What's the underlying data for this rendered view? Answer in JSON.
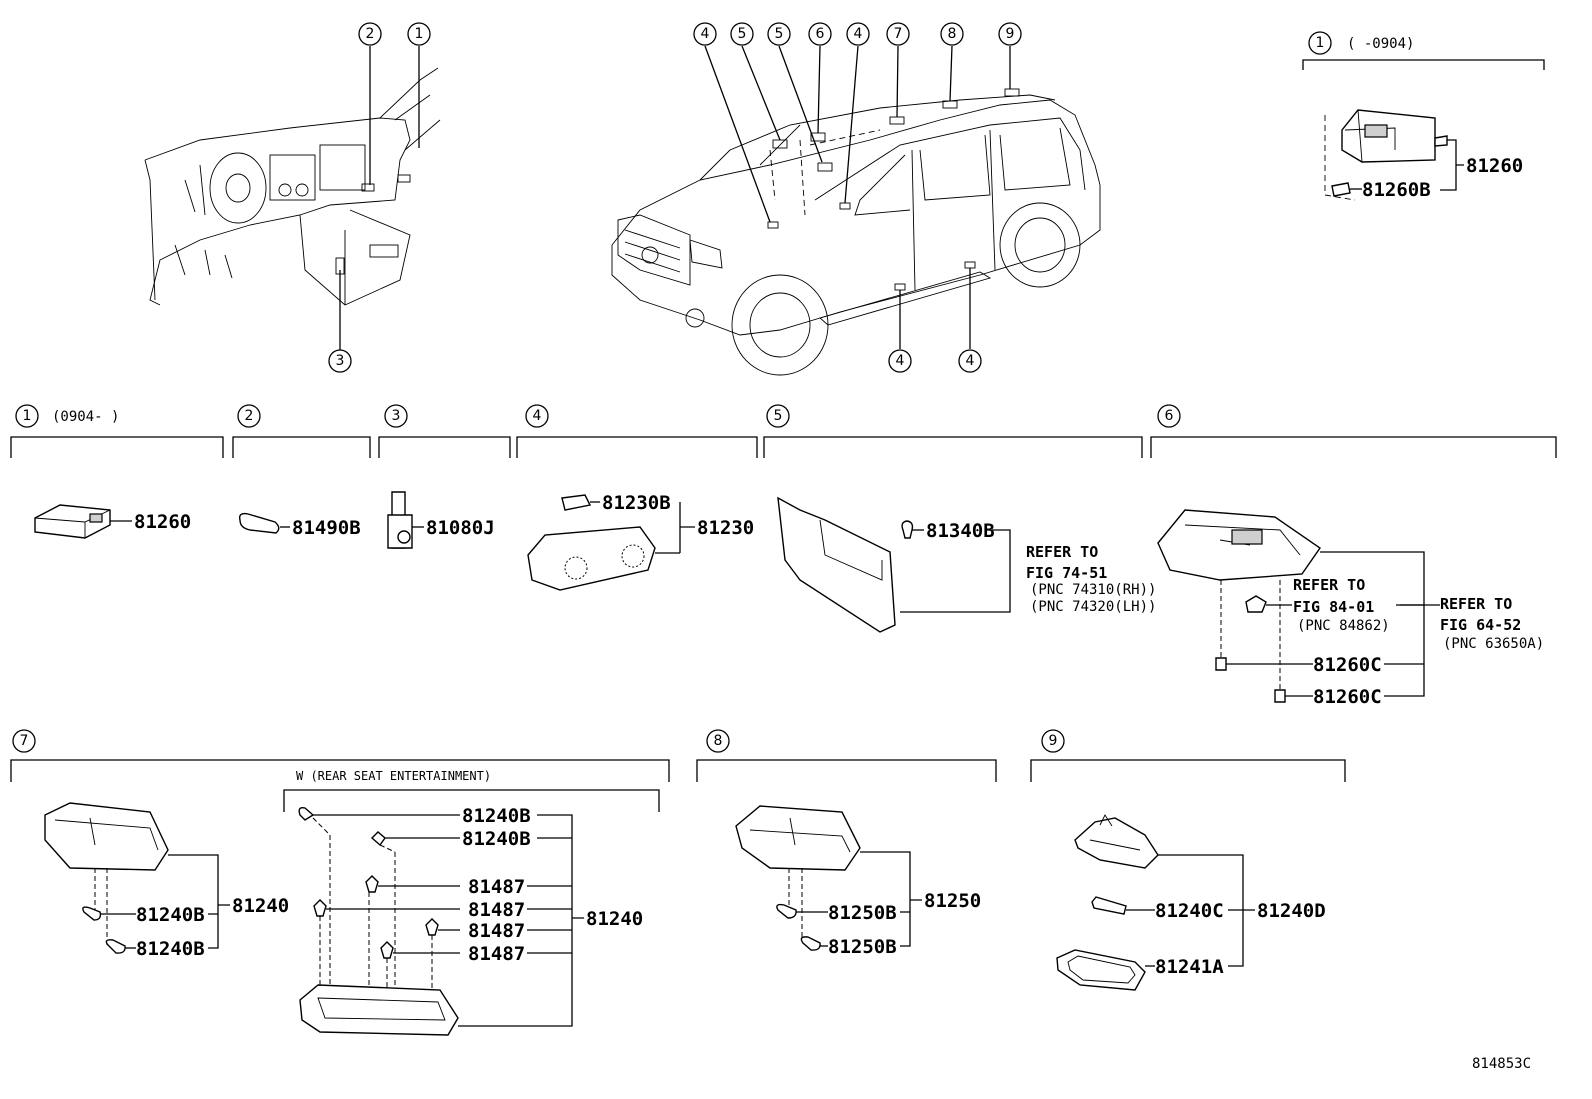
{
  "callouts": {
    "dash": [
      "2",
      "1",
      "3"
    ],
    "veh_top": [
      "4",
      "5",
      "5",
      "6",
      "4",
      "7",
      "8",
      "9"
    ],
    "veh_bottom": [
      "4",
      "4"
    ],
    "inset_1": "1"
  },
  "sections": {
    "s1": {
      "num": "1",
      "cond": "(0904-     )",
      "part": "81260"
    },
    "s2": {
      "num": "2",
      "part": "81490B"
    },
    "s3": {
      "num": "3",
      "part": "81080J"
    },
    "s4": {
      "num": "4",
      "sub": "81230B",
      "part": "81230"
    },
    "s5": {
      "num": "5",
      "sub": "81340B",
      "refer": [
        "REFER TO",
        "FIG 74-51",
        "(PNC 74310(RH))",
        "(PNC 74320(LH))"
      ]
    },
    "s6": {
      "num": "6",
      "sub": [
        "81260C",
        "81260C"
      ],
      "refer_a": [
        "REFER TO",
        "FIG 84-01",
        "(PNC 84862)"
      ],
      "refer_b": [
        "REFER TO",
        "FIG 64-52",
        "(PNC 63650A)"
      ]
    },
    "s7": {
      "num": "7",
      "sub": [
        "81240B",
        "81240B"
      ],
      "part": "81240",
      "note": "W (REAR SEAT ENTERTAINMENT)",
      "w_parts": [
        "81240B",
        "81240B",
        "81487",
        "81487",
        "81487",
        "81487"
      ],
      "w_part": "81240"
    },
    "s8": {
      "num": "8",
      "sub": [
        "81250B",
        "81250B"
      ],
      "part": "81250"
    },
    "s9": {
      "num": "9",
      "sub": [
        "81240C",
        "81241A"
      ],
      "part": "81240D"
    }
  },
  "inset": {
    "num": "1",
    "cond": "(      -0904)",
    "part": "81260",
    "sub": "81260B"
  },
  "figure_id": "814853C"
}
